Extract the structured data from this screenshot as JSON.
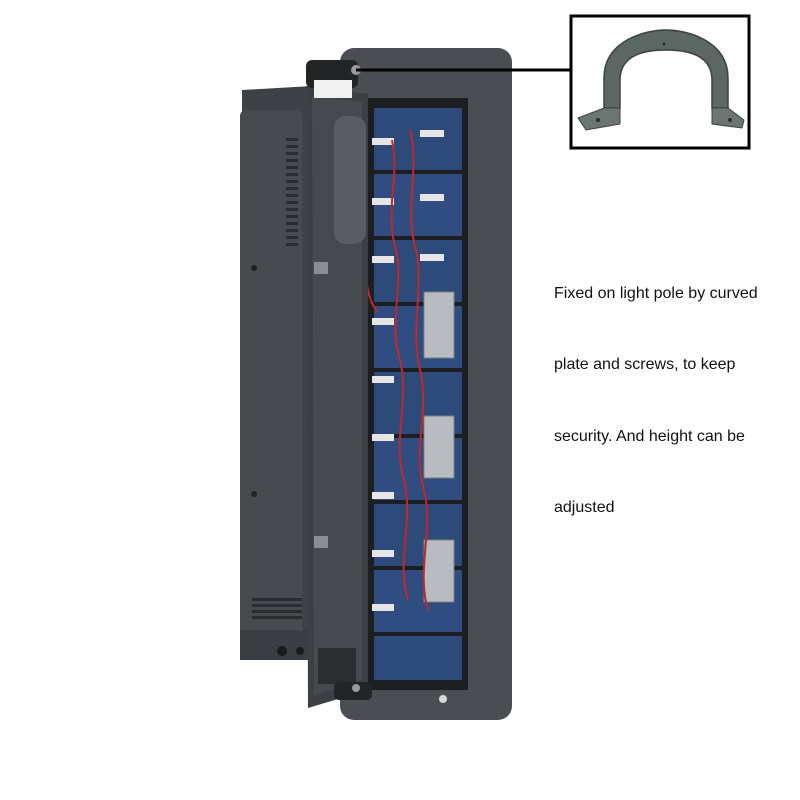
{
  "caption": {
    "lines": [
      "Fixed on light pole by curved",
      "plate and screws, to keep",
      "security. And height can be",
      "adjusted"
    ]
  },
  "colors": {
    "cabinet": "#4a4d52",
    "cabinet_dark": "#2f3236",
    "module_blue": "#2c4a7a",
    "wire_red": "#c0282a",
    "bracket": "#5c6663",
    "inset_border": "#000000"
  }
}
